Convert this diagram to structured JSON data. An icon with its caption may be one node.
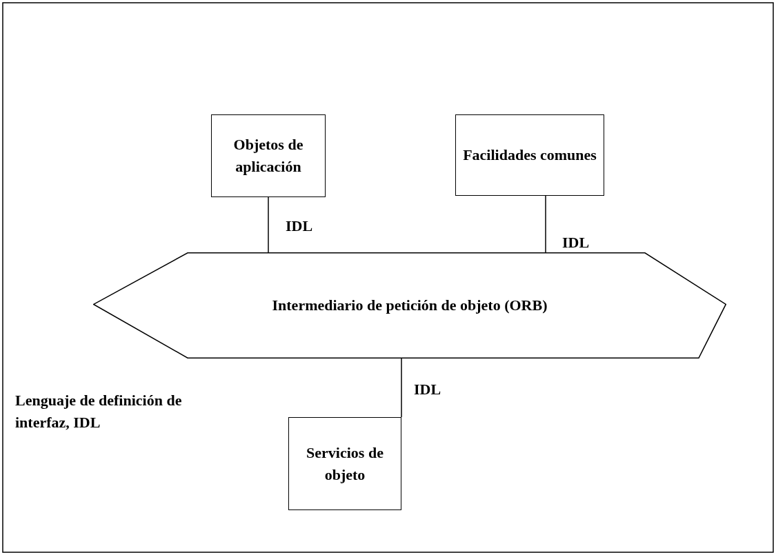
{
  "diagram": {
    "nodes": [
      {
        "text": [
          "Objetos de aplicación"
        ]
      },
      {
        "text": [
          "Facilidades comunes"
        ]
      },
      {
        "text": [
          "Intermediario de petición de objeto (ORB)"
        ]
      },
      {
        "text": [
          "Servicios de objeto"
        ]
      }
    ],
    "edges": [
      {
        "from": 0,
        "to": 2,
        "arrow": "none",
        "label": "IDL"
      },
      {
        "from": 1,
        "to": 2,
        "arrow": "none",
        "label": "IDL"
      },
      {
        "from": 2,
        "to": 3,
        "arrow": "none",
        "label": "IDL"
      }
    ],
    "labels": [
      "Lenguaje de definición de interfaz, IDL"
    ]
  }
}
